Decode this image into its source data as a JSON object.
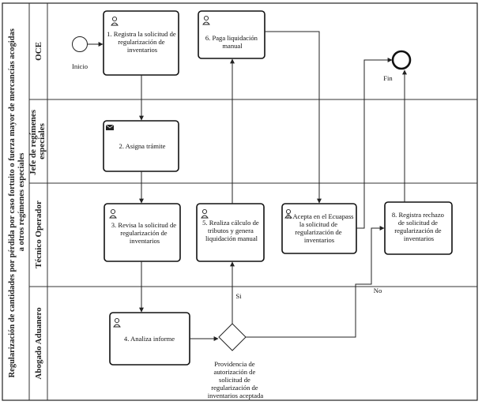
{
  "pool": {
    "title_lines": [
      "Regularización de cantidades por pérdida por caso fortuito o fuerza mayor de mercancías acogidas",
      "a otros regímenes especiales"
    ]
  },
  "lanes": [
    {
      "id": "oce",
      "label": "OCE"
    },
    {
      "id": "jefe",
      "label_lines": [
        "Jefe de regímenes",
        "especiales"
      ]
    },
    {
      "id": "tecnico",
      "label": "Técnico Operador"
    },
    {
      "id": "abogado",
      "label": "Abogado Aduanero"
    }
  ],
  "events": {
    "start": {
      "label": "Inicio"
    },
    "end": {
      "label": "Fin"
    }
  },
  "tasks": [
    {
      "id": "t1",
      "lines": [
        "1. Registra la solicitud de",
        "regularización de",
        "inventarios"
      ],
      "icon": "user-icon"
    },
    {
      "id": "t2",
      "lines": [
        "2. Asigna  trámite"
      ],
      "icon": "envelope-icon"
    },
    {
      "id": "t3",
      "lines": [
        "3. Revisa la solicitud de",
        "regularización de",
        "inventarios"
      ],
      "icon": "user-icon"
    },
    {
      "id": "t4",
      "lines": [
        "4. Analiza informe"
      ],
      "icon": "user-icon"
    },
    {
      "id": "t5",
      "lines": [
        "5. Realiza cálculo de",
        "tributos y genera",
        "liquidación manual"
      ],
      "icon": "user-icon"
    },
    {
      "id": "t6",
      "lines": [
        "6. Paga liquidación",
        "manual"
      ],
      "icon": "user-icon"
    },
    {
      "id": "t7",
      "lines": [
        "7. Acepta en el Ecuapass",
        "la solicitud de",
        "regularización de",
        "inventarios"
      ],
      "icon": "user-icon"
    },
    {
      "id": "t8",
      "lines": [
        "8. Registra rechazo",
        "de solicitud de",
        "regularización de",
        "inventarios"
      ],
      "icon": "user-icon"
    }
  ],
  "gateway": {
    "lines": [
      "Providencia de",
      "autorización de",
      "solicitud de",
      "regularización de",
      "inventarios aceptada"
    ],
    "yes_label": "Si",
    "no_label": "No"
  },
  "colors": {
    "stroke": "#111111",
    "background": "#ffffff"
  }
}
